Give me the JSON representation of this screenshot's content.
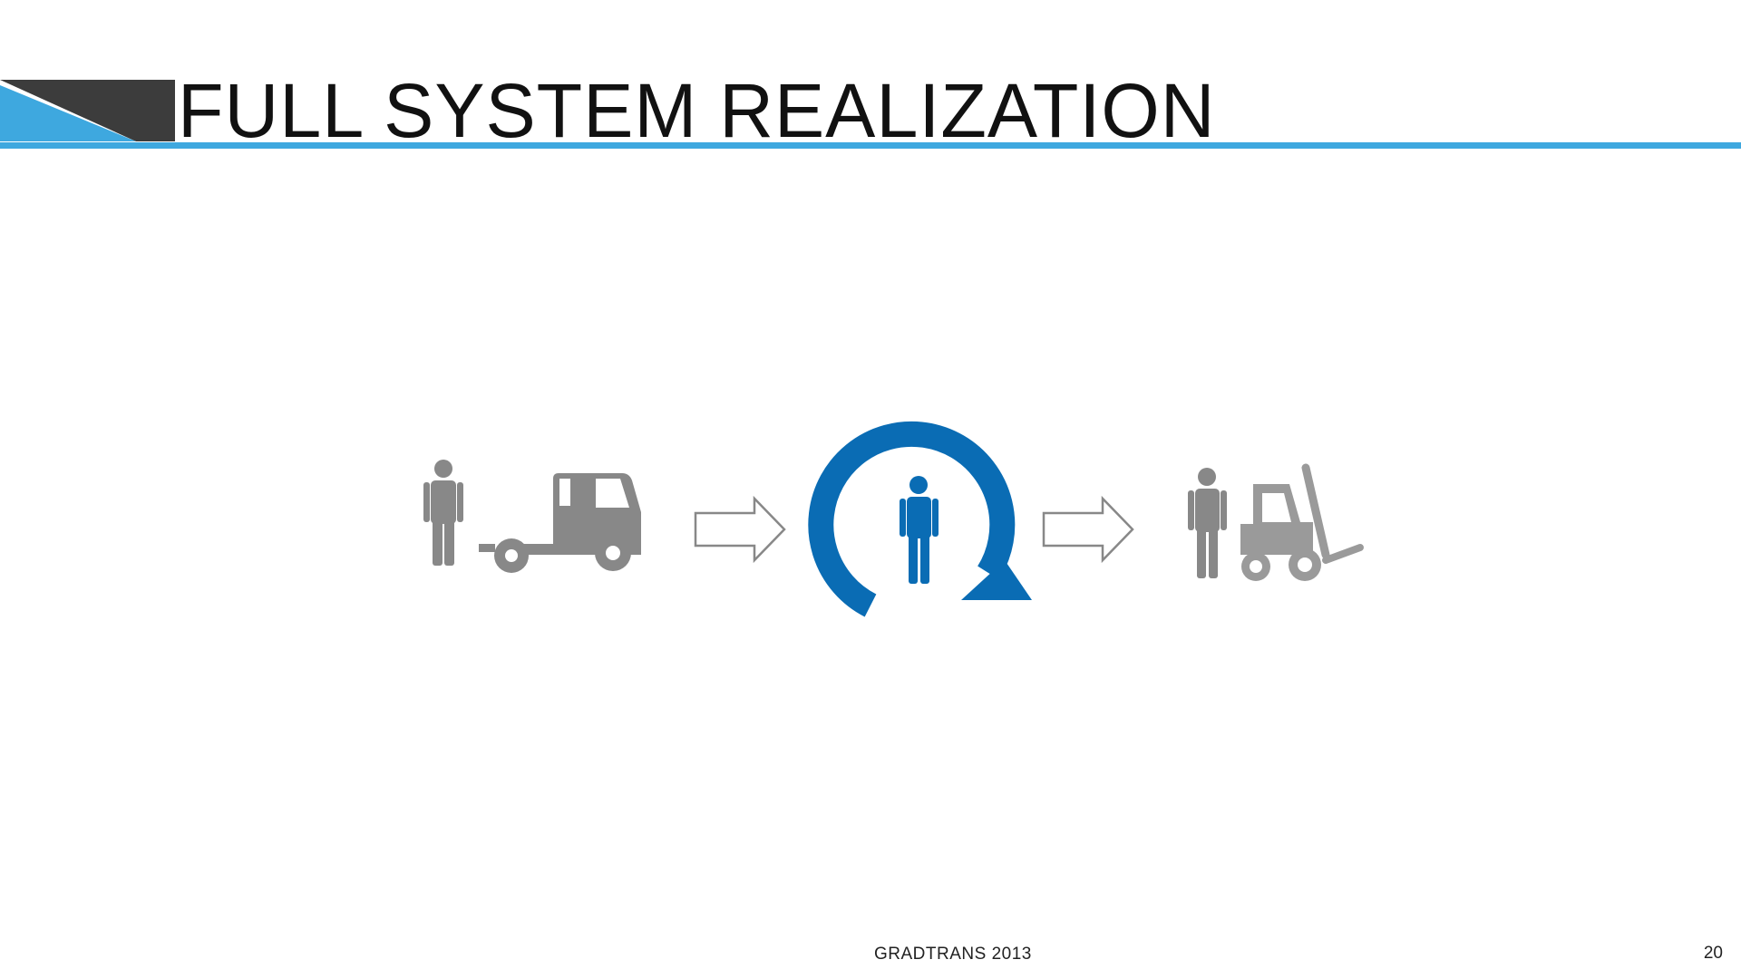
{
  "title": "FULL SYSTEM REALIZATION",
  "footer": {
    "text": "GRADTRANS 2013",
    "page_number": "20"
  },
  "icons": {
    "left_group": [
      "person-icon",
      "truck-icon"
    ],
    "center": [
      "cycle-arrow-icon",
      "person-icon"
    ],
    "right_group": [
      "person-icon",
      "forklift-icon"
    ],
    "arrows": [
      "right-arrow-icon",
      "right-arrow-icon"
    ]
  },
  "colors": {
    "accent_blue": "#3ea8df",
    "dark_gray": "#3c3c3c",
    "icon_gray": "#888888",
    "icon_blue": "#0a6cb4"
  }
}
